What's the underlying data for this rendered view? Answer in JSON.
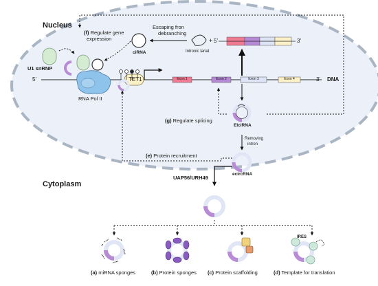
{
  "regions": {
    "nucleus": "Nucleus",
    "cytoplasm": "Cytoplasm"
  },
  "nucleus_labels": {
    "u1": "U1 snRNP",
    "rnapol": "RNA Pol II",
    "tet1": "TET1",
    "five_prime": "5'",
    "three_prime": "3'",
    "dna": "DNA",
    "exons": [
      "Exon 1",
      "Exon 2",
      "Exon 3",
      "Exon 4"
    ],
    "five_prime_top": "5'",
    "three_prime_top": "3'",
    "escaping": "Escaping fron",
    "debranching": "debranching",
    "intronic_lariat": "Intronic lariat",
    "plus": "+",
    "cirna": "ciRNA",
    "f_label": "(f)",
    "f_text1": "Regulate gene",
    "f_text2": "expression",
    "g_label": "(g)",
    "g_text": "Regulate splicing",
    "elcirna": "ElciRNA",
    "removing": "Removing",
    "intron": "intron",
    "e_label": "(e)",
    "e_text": "Protein recruitment",
    "ecircrna": "ecircRNA"
  },
  "cytoplasm_labels": {
    "exporter": "UAP56/URH49",
    "ires": "IRES",
    "functions": [
      {
        "letter": "(a)",
        "text": "miRNA sponges"
      },
      {
        "letter": "(b)",
        "text": "Protein sponges"
      },
      {
        "letter": "(c)",
        "text": "Protein scaffolding"
      },
      {
        "letter": "(d)",
        "text": "Template for translation"
      }
    ]
  },
  "colors": {
    "nucleus_fill": "#ecf1f9",
    "envelope": "#a9b4c2",
    "exon1": "#f07a92",
    "exon2": "#b689d6",
    "exon3": "#dde4f5",
    "exon4": "#fbf0c6",
    "circ_purple": "#b98bd6",
    "circ_light": "#e1e6f6",
    "pol2": "#8ec3ec",
    "protein_purple": "#8a5cc2",
    "u1": "#d5ecd3"
  }
}
